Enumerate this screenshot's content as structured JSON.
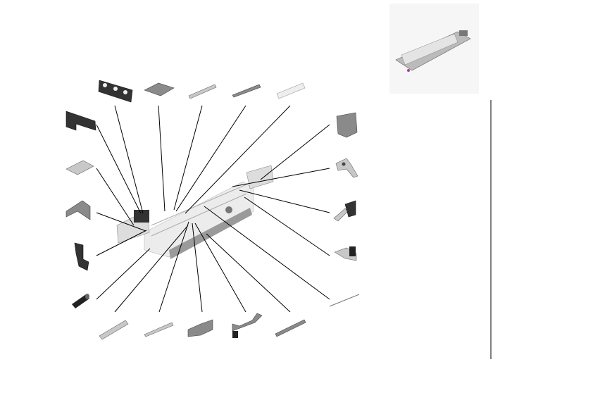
{
  "diagram": {
    "type": "exploded-parts-view",
    "parts": [
      "bracket-plate-holes",
      "square-plate",
      "rod-bracket",
      "flat-strip",
      "label-strip",
      "left-frame-plate",
      "cover-plate",
      "angle-bracket",
      "side-bracket",
      "roller",
      "guide-rail",
      "small-rod",
      "u-bracket",
      "clip-bracket",
      "long-strip",
      "top-bracket",
      "cam-lever",
      "motor-gear",
      "corner-bracket",
      "thin-pin"
    ],
    "colors": {
      "part_dark": "#333333",
      "part_mid": "#8a8a8a",
      "part_light": "#c8c8c8",
      "leader": "#000000"
    }
  }
}
